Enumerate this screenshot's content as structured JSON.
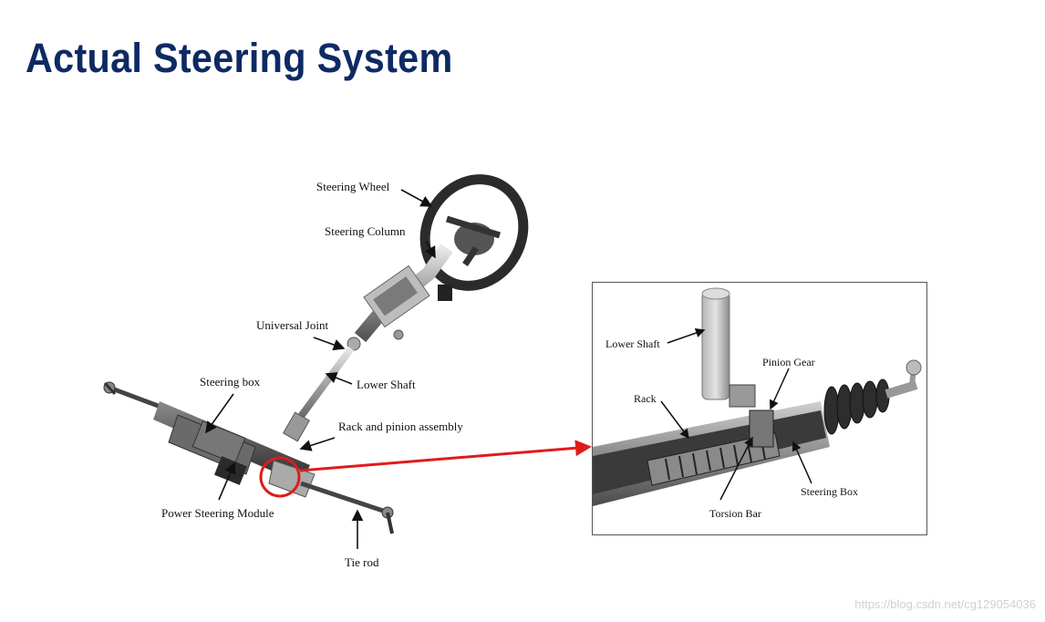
{
  "title": "Actual Steering System",
  "labels": {
    "steering_wheel": "Steering Wheel",
    "steering_column": "Steering Column",
    "universal_joint": "Universal Joint",
    "lower_shaft": "Lower Shaft",
    "steering_box": "Steering box",
    "rack_pinion": "Rack and pinion assembly",
    "power_steering_module": "Power Steering Module",
    "tie_rod": "Tie rod"
  },
  "inset_labels": {
    "lower_shaft": "Lower Shaft",
    "pinion_gear": "Pinion Gear",
    "rack": "Rack",
    "torsion_bar": "Torsion Bar",
    "steering_box": "Steering Box"
  },
  "watermark": "https://blog.csdn.net/cg129054036",
  "colors": {
    "title": "#0e2a63",
    "callout": "#e01b1b"
  }
}
